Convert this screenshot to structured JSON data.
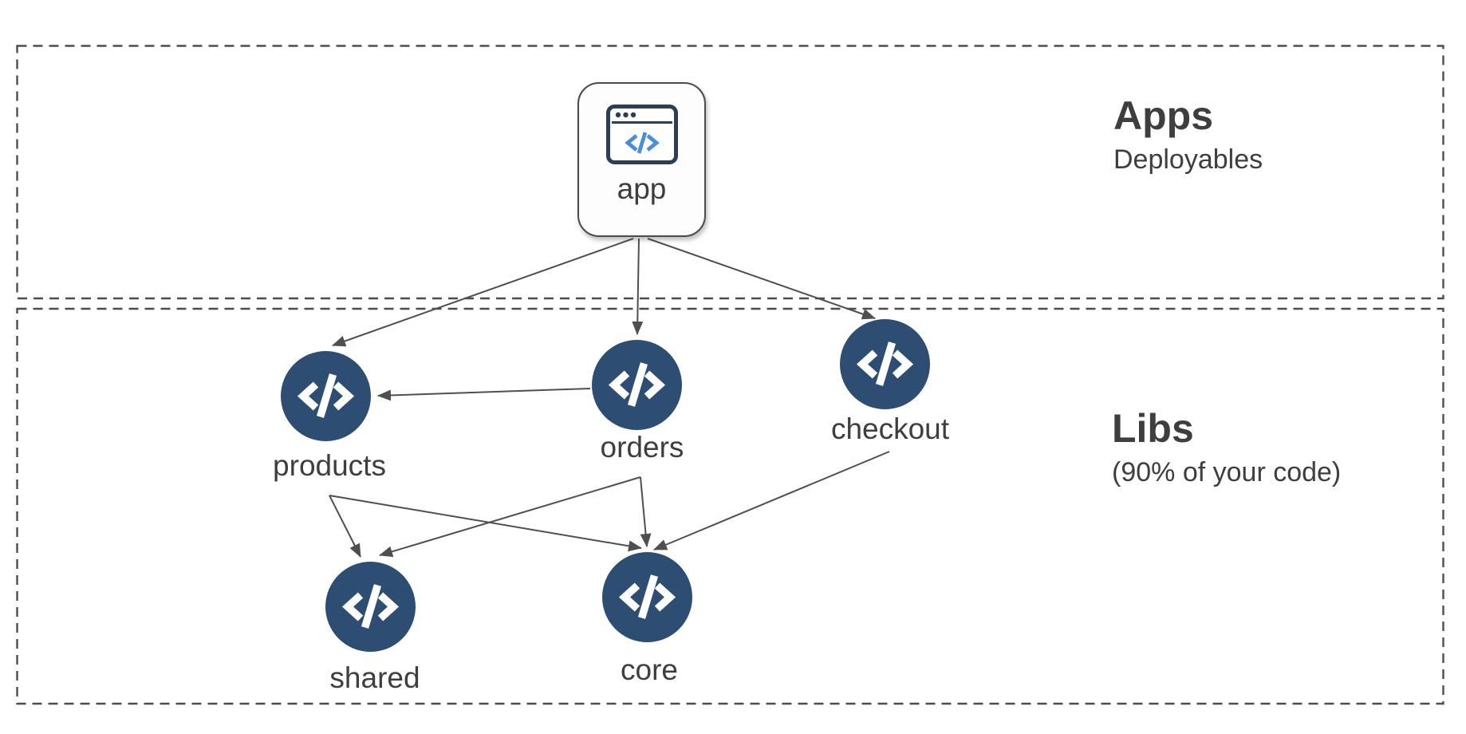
{
  "sections": {
    "apps": {
      "title": "Apps",
      "subtitle": "Deployables"
    },
    "libs": {
      "title": "Libs",
      "subtitle": "(90% of your code)"
    }
  },
  "nodes": {
    "app": {
      "label": "app",
      "type": "application",
      "icon": "browser-code-icon"
    },
    "products": {
      "label": "products",
      "type": "library",
      "icon": "code-brackets-icon"
    },
    "orders": {
      "label": "orders",
      "type": "library",
      "icon": "code-brackets-icon"
    },
    "checkout": {
      "label": "checkout",
      "type": "library",
      "icon": "code-brackets-icon"
    },
    "shared": {
      "label": "shared",
      "type": "library",
      "icon": "code-brackets-icon"
    },
    "core": {
      "label": "core",
      "type": "library",
      "icon": "code-brackets-icon"
    }
  },
  "edges": [
    {
      "from": "app",
      "to": "products"
    },
    {
      "from": "app",
      "to": "orders"
    },
    {
      "from": "app",
      "to": "checkout"
    },
    {
      "from": "orders",
      "to": "products"
    },
    {
      "from": "products",
      "to": "shared"
    },
    {
      "from": "products",
      "to": "core"
    },
    {
      "from": "orders",
      "to": "shared"
    },
    {
      "from": "orders",
      "to": "core"
    },
    {
      "from": "checkout",
      "to": "core"
    }
  ],
  "colors": {
    "background": "#ffffff",
    "library_node_fill": "#2e4d73",
    "node_glyph": "#ffffff",
    "edge": "#4f4f4f",
    "dashed_border": "#4d4d4d",
    "text": "#3e3e3e",
    "app_icon_outline": "#2c3e54",
    "app_icon_code_blue": "#4a8fd5",
    "app_node_background": "#fdfdfd",
    "app_node_border": "#4a4a4a"
  }
}
